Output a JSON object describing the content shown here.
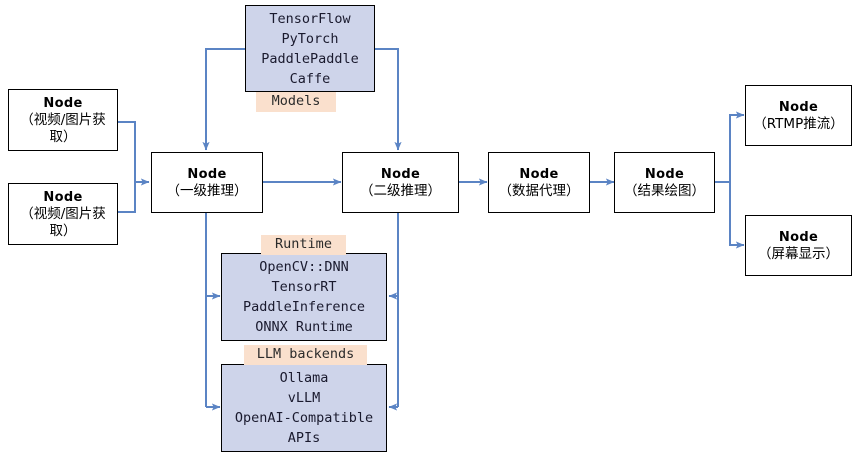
{
  "diagram": {
    "type": "flowchart",
    "background_color": "#ffffff",
    "edge_color": "#5b84c4",
    "node_fill": "#ffffff",
    "node_border": "#000000",
    "stack_fill": "#ced4ea",
    "tag_fill": "#fae0cd",
    "nodes": [
      {
        "id": "source-1",
        "title": "Node",
        "subtitle": "（视频/图片获取）",
        "kind": "node"
      },
      {
        "id": "source-2",
        "title": "Node",
        "subtitle": "（视频/图片获取）",
        "kind": "node"
      },
      {
        "id": "primary-inference",
        "title": "Node",
        "subtitle": "（一级推理）",
        "kind": "node"
      },
      {
        "id": "secondary-inference",
        "title": "Node",
        "subtitle": "（二级推理）",
        "kind": "node"
      },
      {
        "id": "data-agent",
        "title": "Node",
        "subtitle": "（数据代理）",
        "kind": "node"
      },
      {
        "id": "result-draw",
        "title": "Node",
        "subtitle": "（结果绘图）",
        "kind": "node"
      },
      {
        "id": "rtmp-push",
        "title": "Node",
        "subtitle": "（RTMP推流）",
        "kind": "node"
      },
      {
        "id": "screen-display",
        "title": "Node",
        "subtitle": "（屏幕显示）",
        "kind": "node"
      }
    ],
    "stacks": [
      {
        "id": "models",
        "tag": "Models",
        "items": [
          "TensorFlow",
          "PyTorch",
          "PaddlePaddle",
          "Caffe"
        ]
      },
      {
        "id": "runtime",
        "tag": "Runtime",
        "items": [
          "OpenCV::DNN",
          "TensorRT",
          "PaddleInference",
          "ONNX Runtime"
        ]
      },
      {
        "id": "llm-backends",
        "tag": "LLM backends",
        "items": [
          "Ollama",
          "vLLM",
          "OpenAI-Compatible",
          "APIs"
        ]
      }
    ]
  }
}
